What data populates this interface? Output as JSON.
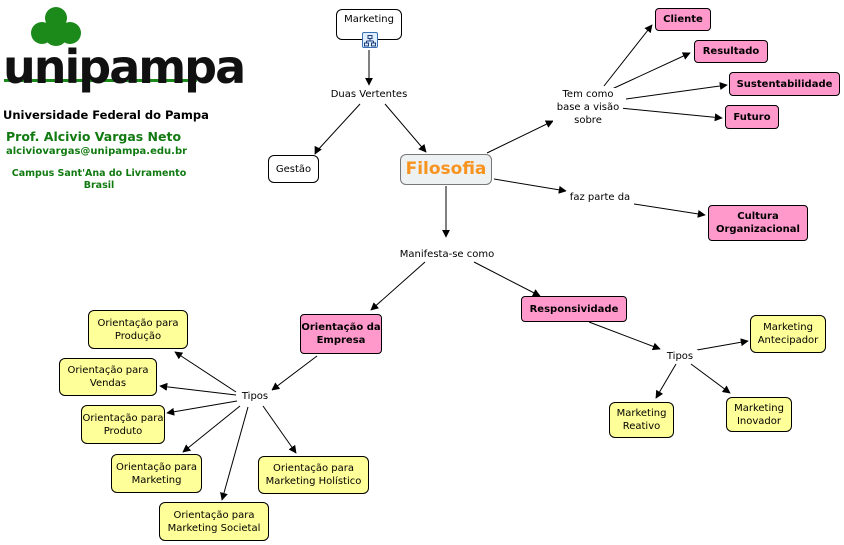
{
  "header": {
    "brand": "unipampa",
    "university": "Universidade Federal do Pampa",
    "professor": "Prof. Alcivio Vargas Neto",
    "email": "alciviovargas@unipampa.edu.br",
    "campus_line1": "Campus Sant'Ana do Livramento",
    "campus_line2": "Brasil"
  },
  "colors": {
    "brand_green": "#117a11",
    "filosofia_orange": "#f7931e",
    "pink_node": "#ff99cc",
    "yellow_node": "#ffff99"
  },
  "nodes": {
    "marketing": "Marketing",
    "gestao": "Gestão",
    "filosofia": "Filosofia",
    "cliente": "Cliente",
    "resultado": "Resultado",
    "sustentabilidade": "Sustentabilidade",
    "futuro": "Futuro",
    "cultura": "Cultura Organizacional",
    "orientacao_empresa": "Orientação da Empresa",
    "responsividade": "Responsividade",
    "or_producao": "Orientação para Produção",
    "or_vendas": "Orientação para Vendas",
    "or_produto": "Orientação para Produto",
    "or_marketing": "Orientação para Marketing",
    "or_holistico": "Orientação para Marketing Holístico",
    "or_societal": "Orientação para Marketing Societal",
    "mk_antecipador": "Marketing Antecipador",
    "mk_reativo": "Marketing Reativo",
    "mk_inovador": "Marketing Inovador"
  },
  "links": {
    "duas_vertentes": "Duas Vertentes",
    "tem_como": "Tem como base a visão sobre",
    "faz_parte": "faz parte da",
    "manifesta": "Manifesta-se como",
    "tipos_left": "Tipos",
    "tipos_right": "Tipos"
  }
}
